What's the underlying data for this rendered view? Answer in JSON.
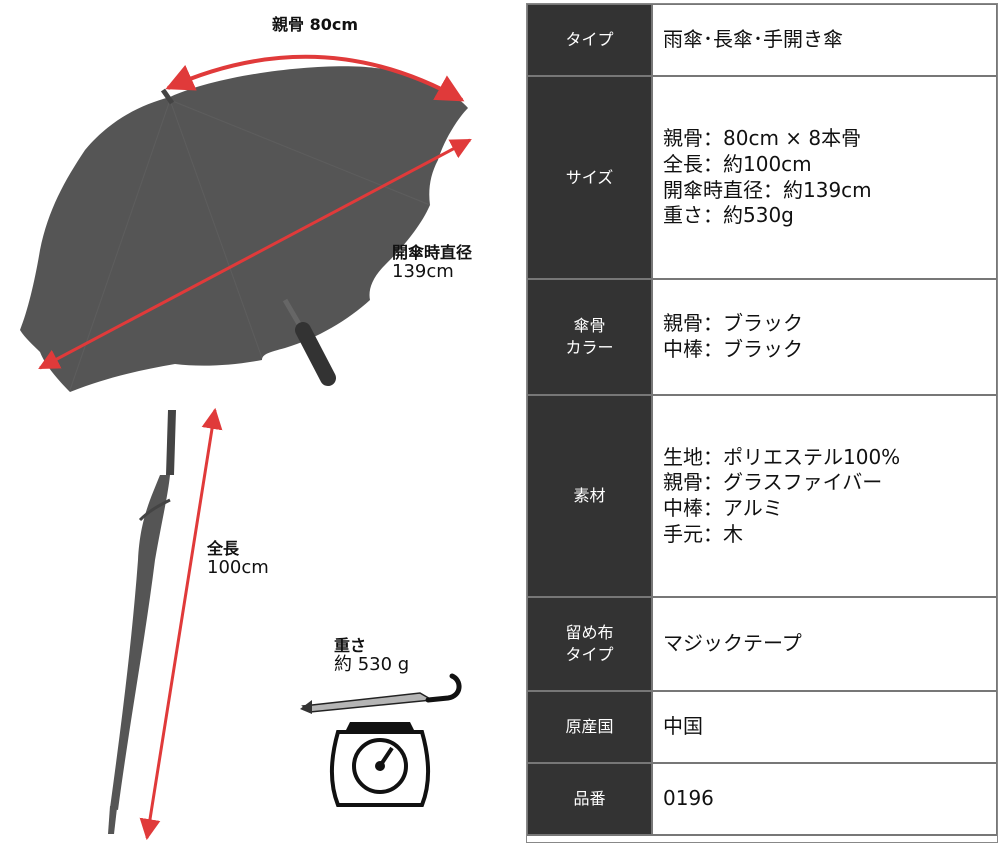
{
  "illustration": {
    "rib_label": "親骨 80cm",
    "diameter_label": "開傘時直径",
    "diameter_value": "139cm",
    "length_label": "全長",
    "length_value": "100cm",
    "weight_label": "重さ",
    "weight_value": "約 530 g"
  },
  "spec_rows": [
    {
      "key": [
        "タイプ"
      ],
      "value": [
        "雨傘･長傘･手開き傘"
      ]
    },
    {
      "key": [
        "サイズ"
      ],
      "value": [
        "親骨：80cm × 8本骨",
        "全長：約100cm",
        "開傘時直径：約139cm",
        "重さ：約530g"
      ]
    },
    {
      "key": [
        "傘骨",
        "カラー"
      ],
      "value": [
        "親骨：ブラック",
        "中棒：ブラック"
      ]
    },
    {
      "key": [
        "素材"
      ],
      "value": [
        "生地：ポリエステル100%",
        "親骨：グラスファイバー",
        "中棒：アルミ",
        "手元：木"
      ]
    },
    {
      "key": [
        "留め布",
        "タイプ"
      ],
      "value": [
        "マジックテープ"
      ]
    },
    {
      "key": [
        "原産国"
      ],
      "value": [
        "中国"
      ]
    },
    {
      "key": [
        "品番"
      ],
      "value": [
        "0196"
      ]
    }
  ],
  "colors": {
    "canopy": "#555555",
    "arrow": "#e03a3a",
    "key_cell_bg": "#333333",
    "key_cell_text": "#ffffff",
    "border": "#777777"
  },
  "icons": [
    "open-umbrella-icon",
    "closed-umbrella-icon",
    "scale-icon",
    "folded-umbrella-icon"
  ]
}
